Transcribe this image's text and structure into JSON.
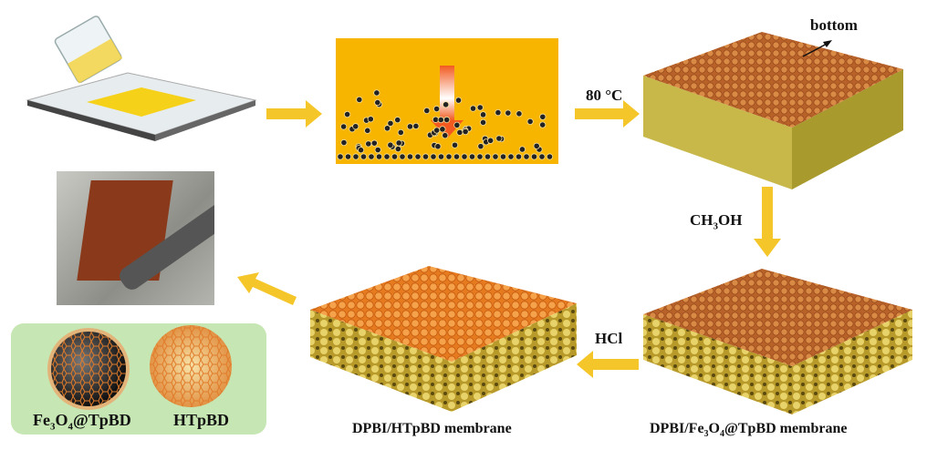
{
  "labels": {
    "temperature": "80 °C",
    "bottom": "bottom",
    "methanol": {
      "main": "CH",
      "sub": "3",
      "rest": "OH"
    },
    "acid": "HCl",
    "membrane_hollow": "DPBI/HTpBD membrane",
    "membrane_fe3o4": {
      "a": "DPBI/Fe",
      "s1": "3",
      "b": "O",
      "s2": "4",
      "c": "@TpBD membrane"
    },
    "sphere_fe3o4": {
      "a": "Fe",
      "s1": "3",
      "b": "O",
      "s2": "4",
      "c": "@TpBD"
    },
    "sphere_hollow": "HTpBD"
  },
  "colors": {
    "arrow": "#f5c62a",
    "solution": "#f7b500",
    "cof_orange": "#d9782a",
    "slab_side": "#c8b84a",
    "legend_bg": "#c6e6b3"
  }
}
